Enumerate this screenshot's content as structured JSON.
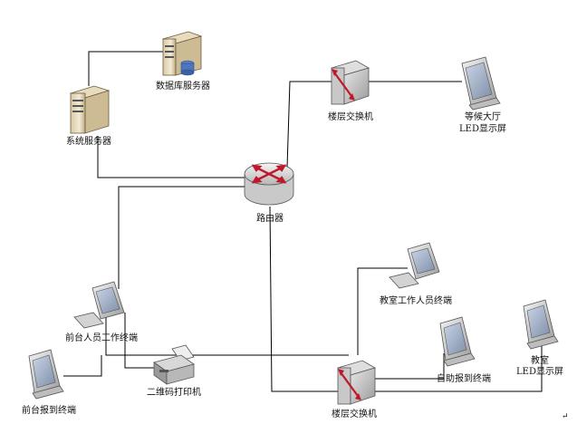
{
  "nodes": {
    "db_server": "数据库服务器",
    "system_server": "系统服务器",
    "floor_switch_top": "楼层交换机",
    "waiting_hall_display": [
      "等候大厅",
      "LED显示屏"
    ],
    "router": "路由器",
    "front_desk_terminal": "前台人员工作终端",
    "qr_printer": "二维码打印机",
    "front_checkin_terminal": "前台报到终端",
    "clinic_staff_terminal": "教室工作人员终端",
    "self_checkin_terminal": "自助报到终端",
    "classroom_display": [
      "教室",
      "LED显示屏"
    ],
    "floor_switch_bottom": "楼层交换机"
  },
  "corner_mark": "↵"
}
